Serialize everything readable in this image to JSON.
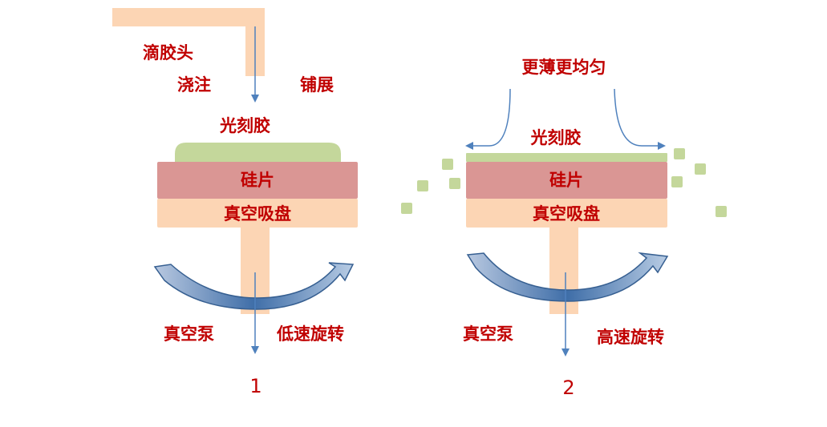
{
  "step1": {
    "dispenser_label": "滴胶头",
    "pour_label": "浇注",
    "spread_label": "铺展",
    "photoresist_label": "光刻胶",
    "wafer_label": "硅片",
    "chuck_label": "真空吸盘",
    "pump_label": "真空泵",
    "rotation_label": "低速旋转",
    "step_number": "1"
  },
  "step2": {
    "result_label": "更薄更均匀",
    "photoresist_label": "光刻胶",
    "wafer_label": "硅片",
    "chuck_label": "真空吸盘",
    "pump_label": "真空泵",
    "rotation_label": "高速旋转",
    "step_number": "2"
  },
  "colors": {
    "text": "#c00000",
    "photoresist": "#c4d79b",
    "wafer": "#da9694",
    "chuck": "#fcd5b4",
    "arrow": "#4f81bd"
  }
}
